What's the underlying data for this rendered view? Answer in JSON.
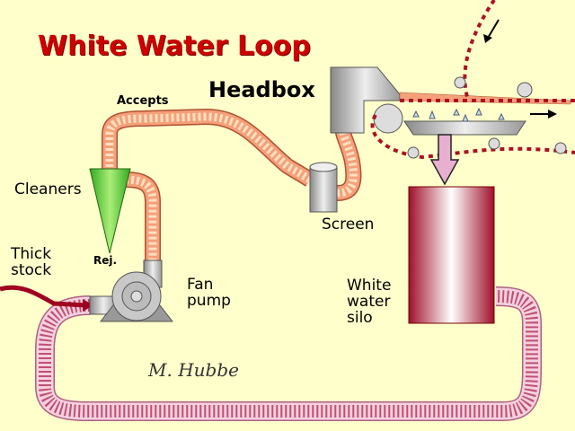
{
  "title": "White Water Loop",
  "labels": {
    "headbox": "Headbox",
    "accepts": "Accepts",
    "cleaners": "Cleaners",
    "thick_stock": "Thick\nstock",
    "rej": "Rej.",
    "fan_pump": "Fan\npump",
    "screen": "Screen",
    "white_water_silo": "White\nwater\nsilo"
  },
  "signature": "M. Hubbe",
  "colors": {
    "background": "#FFFFCC",
    "title": "#CC0000",
    "stock_pipe": "#F4A07A",
    "white_water_pipe": "#F0C8D8",
    "wire": "#AA1122",
    "cleaner": "#66CC33"
  }
}
